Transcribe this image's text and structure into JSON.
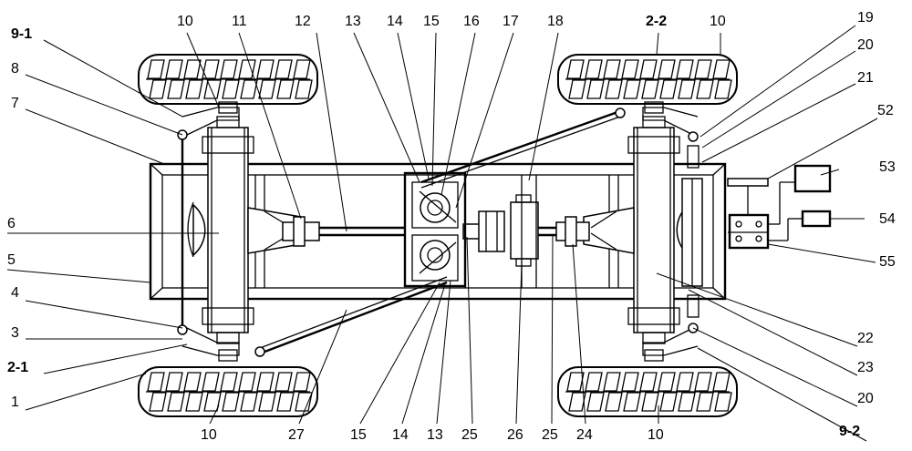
{
  "labels": {
    "top": [
      "10",
      "11",
      "12",
      "13",
      "14",
      "15",
      "16",
      "17",
      "18",
      "2-2",
      "10",
      "19",
      "20",
      "21",
      "52",
      "53",
      "54",
      "55"
    ],
    "left": [
      "9-1",
      "8",
      "7",
      "6",
      "5",
      "4",
      "3",
      "2-1",
      "1"
    ],
    "bottom": [
      "10",
      "27",
      "15",
      "14",
      "13",
      "25",
      "26",
      "25",
      "24",
      "10"
    ],
    "right_bottom": [
      "22",
      "23",
      "20",
      "9-2"
    ]
  }
}
